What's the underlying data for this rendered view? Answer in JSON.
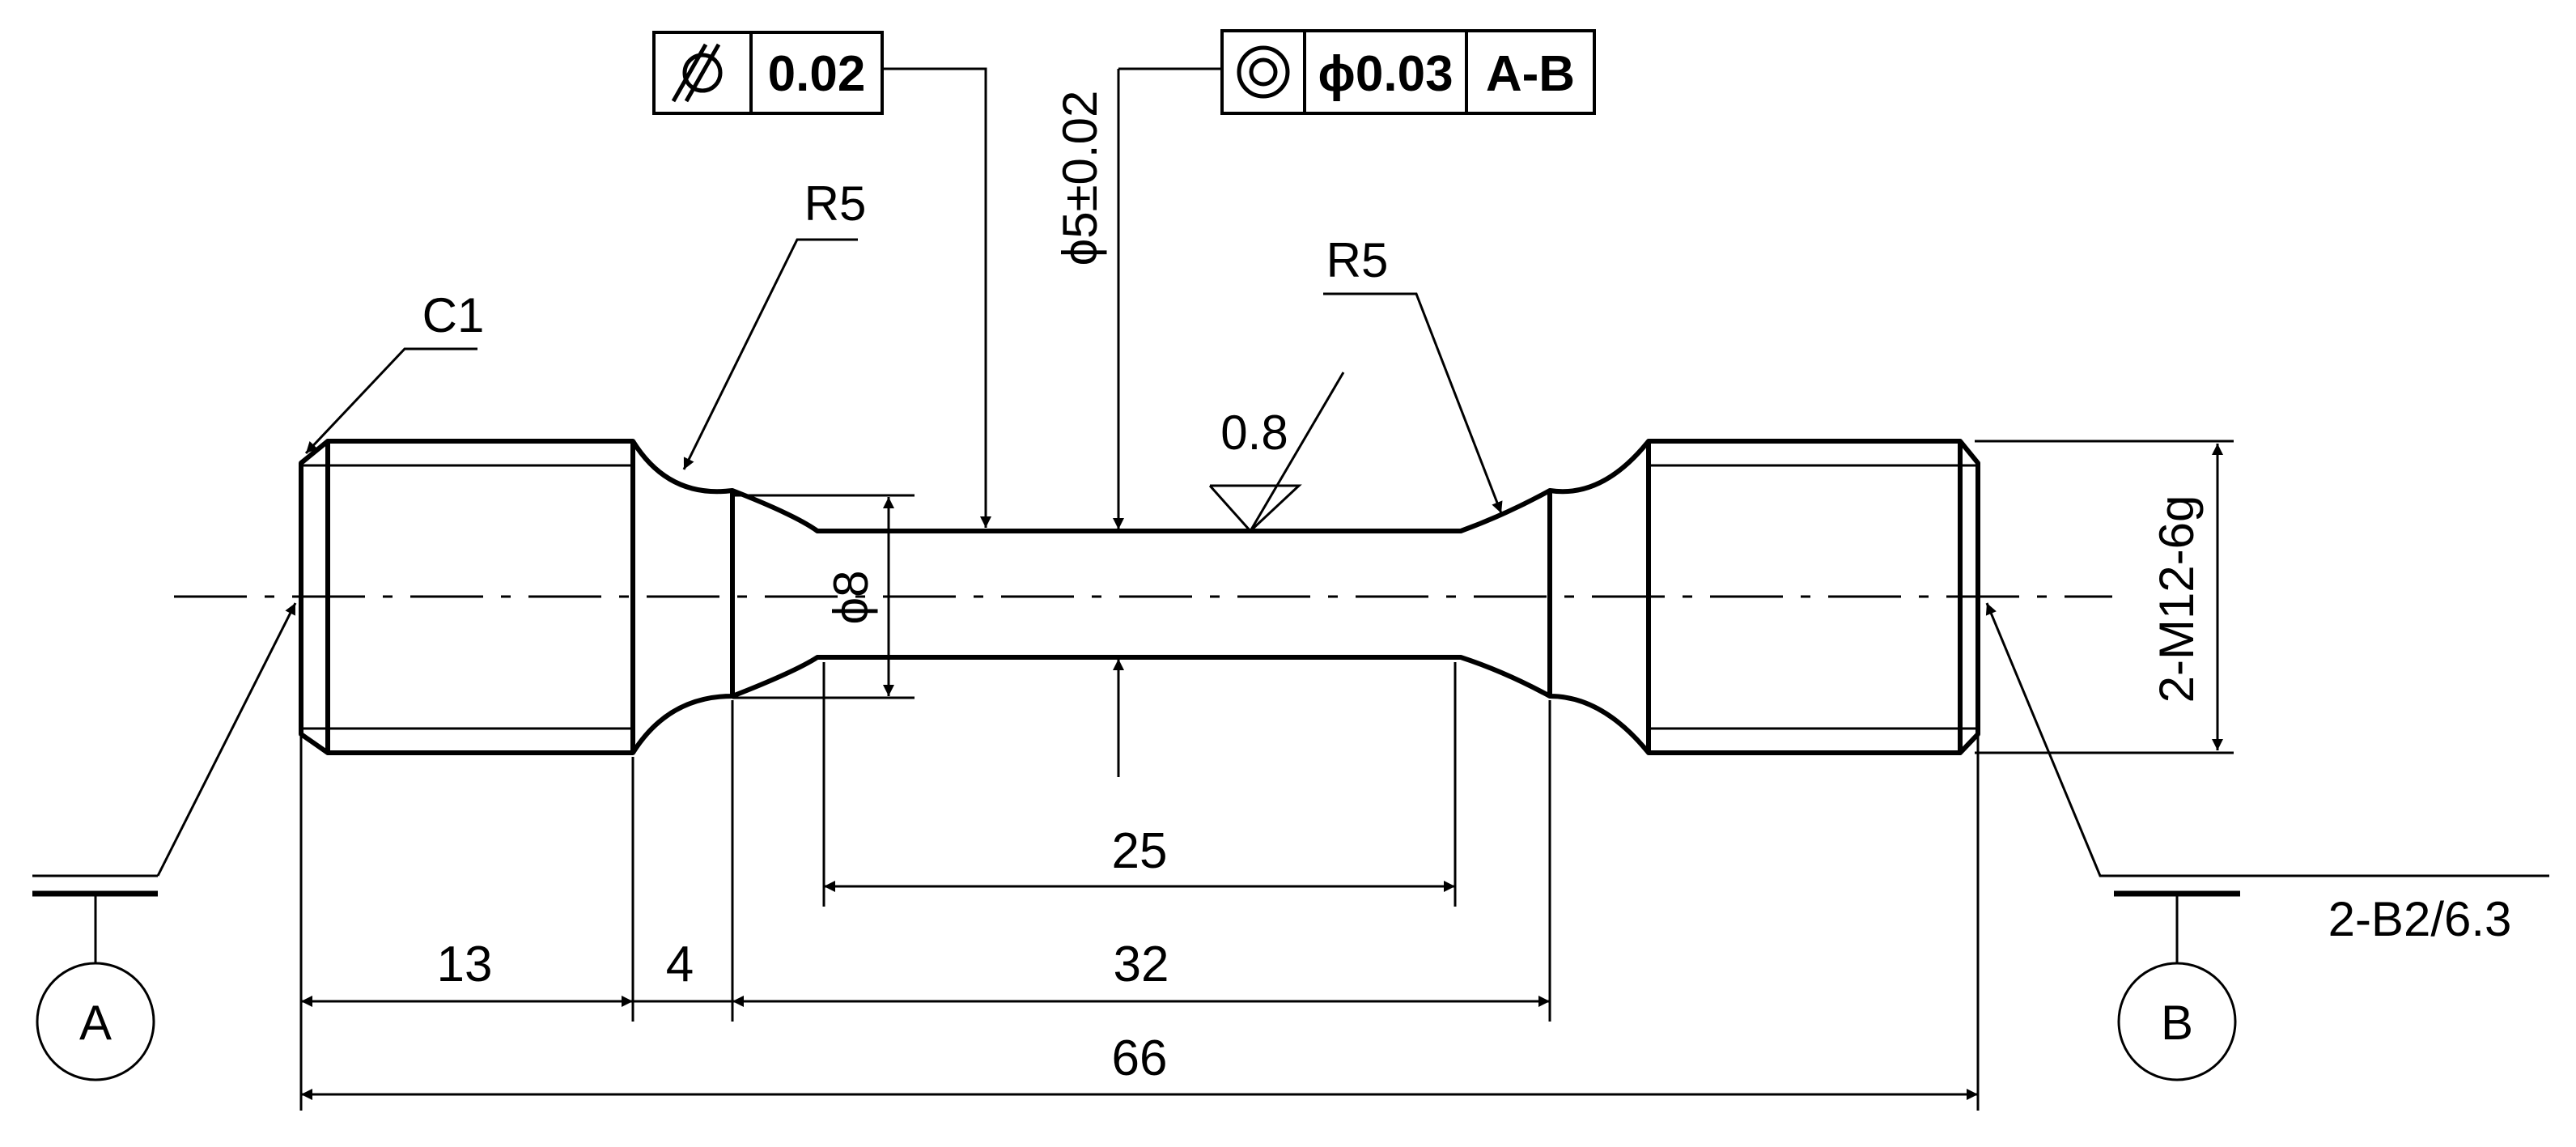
{
  "drawing": {
    "colors": {
      "stroke": "#000000",
      "background": "#ffffff"
    },
    "flatness_frame": {
      "symbol": "flatness-symbol",
      "tolerance": "0.02"
    },
    "concentricity_frame": {
      "symbol": "concentricity-symbol",
      "tolerance": "ϕ0.03",
      "datum": "A-B"
    },
    "labels": {
      "r5_left": "R5",
      "r5_right": "R5",
      "chamfer": "C1",
      "gauge_diameter": "ϕ5±0.02",
      "neck_diameter": "ϕ8",
      "roughness": "0.8",
      "thread": "2-M12-6g",
      "center_hole": "2-B2/6.3"
    },
    "dimensions": {
      "gauge_length": "25",
      "thread_length": "13",
      "transition_length": "4",
      "reduced_length": "32",
      "overall_length": "66"
    },
    "datums": {
      "a": "A",
      "b": "B"
    }
  }
}
